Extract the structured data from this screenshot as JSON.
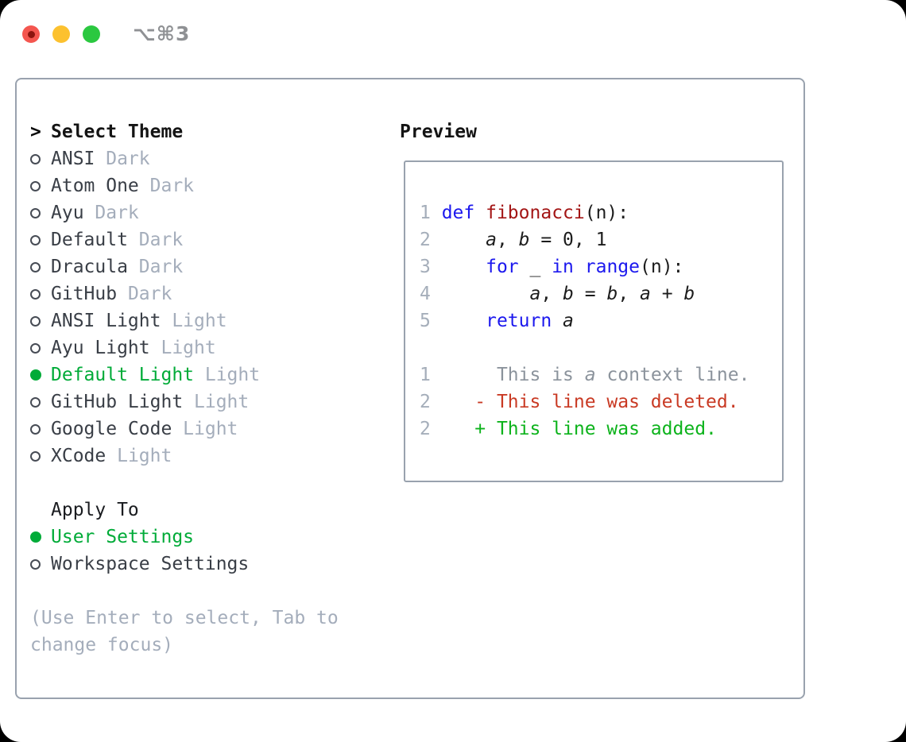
{
  "window": {
    "title": "⌥⌘3"
  },
  "colors": {
    "accent-green": "#00ab38",
    "kw": "#1c18ee",
    "fn": "#a31515",
    "del": "#c93a24",
    "add": "#0db31c",
    "ln": "#a5aeba",
    "ctx": "#8b939c",
    "muted": "#a4adbb",
    "item": "#393e46",
    "heading": "#141414",
    "border": "#99a2ae",
    "title": "#8f9194",
    "light-red": "#f4564f",
    "light-yellow": "#fcc12f",
    "light-green": "#2bc840",
    "light-red-dot": "#8c150f"
  },
  "theme_panel": {
    "prompt": ">",
    "heading": "Select Theme",
    "themes": [
      {
        "name": "ANSI",
        "variant": "Dark",
        "selected": false
      },
      {
        "name": "Atom One",
        "variant": "Dark",
        "selected": false
      },
      {
        "name": "Ayu",
        "variant": "Dark",
        "selected": false
      },
      {
        "name": "Default",
        "variant": "Dark",
        "selected": false
      },
      {
        "name": "Dracula",
        "variant": "Dark",
        "selected": false
      },
      {
        "name": "GitHub",
        "variant": "Dark",
        "selected": false
      },
      {
        "name": "ANSI Light",
        "variant": "Light",
        "selected": false
      },
      {
        "name": "Ayu Light",
        "variant": "Light",
        "selected": false
      },
      {
        "name": "Default Light",
        "variant": "Light",
        "selected": true
      },
      {
        "name": "GitHub Light",
        "variant": "Light",
        "selected": false
      },
      {
        "name": "Google Code",
        "variant": "Light",
        "selected": false
      },
      {
        "name": "XCode",
        "variant": "Light",
        "selected": false
      }
    ],
    "apply_heading": "Apply To",
    "apply_options": [
      {
        "label": "User Settings",
        "selected": true
      },
      {
        "label": "Workspace Settings",
        "selected": false
      }
    ],
    "hint": "(Use Enter to select, Tab to change focus)"
  },
  "preview": {
    "heading": "Preview",
    "lines": [
      [
        {
          "t": "1 ",
          "c": "ln"
        },
        {
          "t": "def",
          "c": "kw"
        },
        {
          "t": " ",
          "c": "pl"
        },
        {
          "t": "fibonacci",
          "c": "fn"
        },
        {
          "t": "(n):",
          "c": "pl"
        }
      ],
      [
        {
          "t": "2 ",
          "c": "ln"
        },
        {
          "t": "    ",
          "c": "pl"
        },
        {
          "t": "a",
          "c": "pl v"
        },
        {
          "t": ", ",
          "c": "pl"
        },
        {
          "t": "b",
          "c": "pl v"
        },
        {
          "t": " = 0, 1",
          "c": "pl"
        }
      ],
      [
        {
          "t": "3 ",
          "c": "ln"
        },
        {
          "t": "    ",
          "c": "pl"
        },
        {
          "t": "for",
          "c": "kw"
        },
        {
          "t": " _ ",
          "c": "pl"
        },
        {
          "t": "in",
          "c": "kw"
        },
        {
          "t": " ",
          "c": "pl"
        },
        {
          "t": "range",
          "c": "kw"
        },
        {
          "t": "(n):",
          "c": "pl"
        }
      ],
      [
        {
          "t": "4 ",
          "c": "ln"
        },
        {
          "t": "        ",
          "c": "pl"
        },
        {
          "t": "a",
          "c": "pl v"
        },
        {
          "t": ", ",
          "c": "pl"
        },
        {
          "t": "b",
          "c": "pl v"
        },
        {
          "t": " = ",
          "c": "pl"
        },
        {
          "t": "b",
          "c": "pl v"
        },
        {
          "t": ", ",
          "c": "pl"
        },
        {
          "t": "a",
          "c": "pl v"
        },
        {
          "t": " + ",
          "c": "pl"
        },
        {
          "t": "b",
          "c": "pl v"
        }
      ],
      [
        {
          "t": "5 ",
          "c": "ln"
        },
        {
          "t": "    ",
          "c": "pl"
        },
        {
          "t": "return",
          "c": "kw"
        },
        {
          "t": " ",
          "c": "pl"
        },
        {
          "t": "a",
          "c": "pl v"
        }
      ],
      [],
      [
        {
          "t": "1",
          "c": "ln"
        },
        {
          "t": "      ",
          "c": "pl"
        },
        {
          "t": "This is ",
          "c": "ctx"
        },
        {
          "t": "a",
          "c": "ctx v"
        },
        {
          "t": " context line.",
          "c": "ctx"
        }
      ],
      [
        {
          "t": "2",
          "c": "ln"
        },
        {
          "t": "    ",
          "c": "pl"
        },
        {
          "t": "- This line was deleted.",
          "c": "del"
        }
      ],
      [
        {
          "t": "2",
          "c": "ln"
        },
        {
          "t": "    ",
          "c": "pl"
        },
        {
          "t": "+ This line was added.",
          "c": "add"
        }
      ]
    ]
  }
}
